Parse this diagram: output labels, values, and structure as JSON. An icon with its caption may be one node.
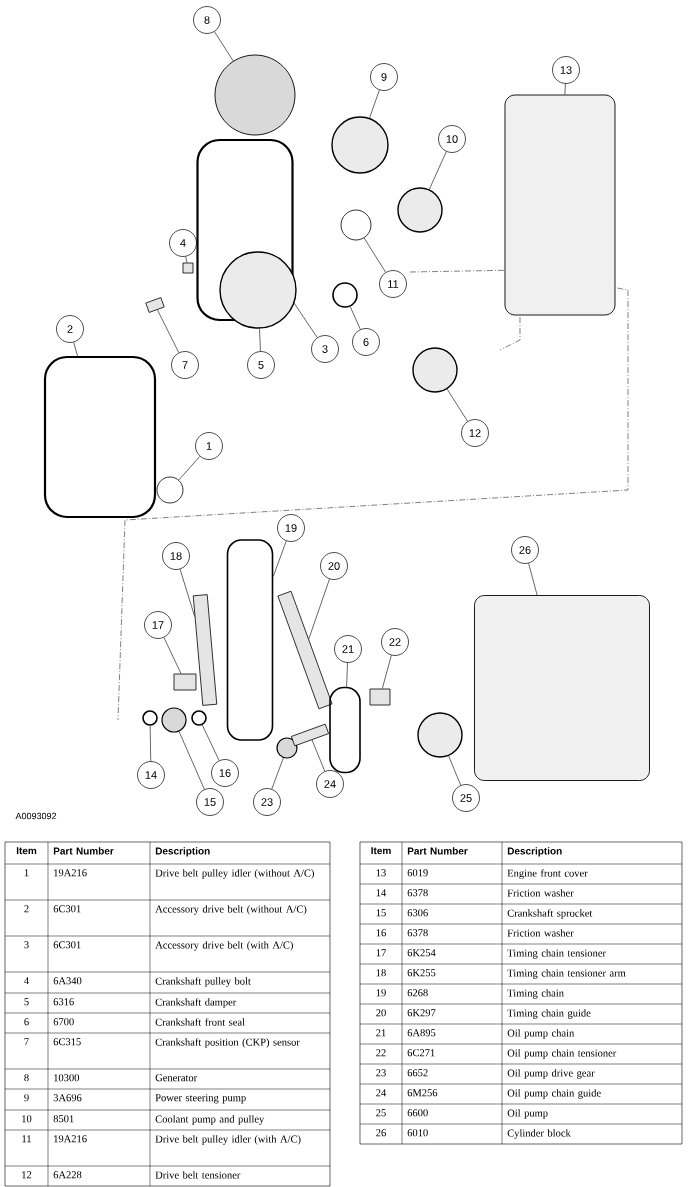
{
  "diagram": {
    "nodes": [
      {
        "text": [
          "1"
        ]
      },
      {
        "text": [
          "2"
        ]
      },
      {
        "text": [
          "3"
        ]
      },
      {
        "text": [
          "4"
        ]
      },
      {
        "text": [
          "5"
        ]
      },
      {
        "text": [
          "6"
        ]
      },
      {
        "text": [
          "7"
        ]
      },
      {
        "text": [
          "8"
        ]
      },
      {
        "text": [
          "9"
        ]
      },
      {
        "text": [
          "10"
        ]
      },
      {
        "text": [
          "11"
        ]
      },
      {
        "text": [
          "12"
        ]
      },
      {
        "text": [
          "13"
        ]
      },
      {
        "text": [
          "14"
        ]
      },
      {
        "text": [
          "15"
        ]
      },
      {
        "text": [
          "16"
        ]
      },
      {
        "text": [
          "17"
        ]
      },
      {
        "text": [
          "18"
        ]
      },
      {
        "text": [
          "19"
        ]
      },
      {
        "text": [
          "20"
        ]
      },
      {
        "text": [
          "21"
        ]
      },
      {
        "text": [
          "22"
        ]
      },
      {
        "text": [
          "23"
        ]
      },
      {
        "text": [
          "24"
        ]
      },
      {
        "text": [
          "25"
        ]
      },
      {
        "text": [
          "26"
        ]
      },
      {
        "text": [],
        "shape": "circle"
      },
      {
        "text": [],
        "shape": "box"
      },
      {
        "text": [],
        "shape": "box"
      },
      {
        "text": [],
        "shape": "box"
      },
      {
        "text": [],
        "shape": "circle"
      },
      {
        "text": [],
        "shape": "circle"
      },
      {
        "text": [],
        "shape": "box"
      },
      {
        "text": [],
        "shape": "circle"
      },
      {
        "text": [],
        "shape": "circle"
      },
      {
        "text": [],
        "shape": "circle"
      },
      {
        "text": [],
        "shape": "circle"
      },
      {
        "text": [],
        "shape": "circle"
      },
      {
        "text": [],
        "shape": "box"
      },
      {
        "text": [],
        "shape": "circle"
      },
      {
        "text": [],
        "shape": "circle"
      },
      {
        "text": [],
        "shape": "circle"
      },
      {
        "text": [],
        "shape": "box"
      },
      {
        "text": [],
        "shape": "box"
      },
      {
        "text": [],
        "shape": "box"
      },
      {
        "text": [],
        "shape": "box"
      },
      {
        "text": [],
        "shape": "box"
      },
      {
        "text": [],
        "shape": "box"
      },
      {
        "text": [],
        "shape": "circle"
      },
      {
        "text": [],
        "shape": "box"
      },
      {
        "text": [],
        "shape": "circle"
      },
      {
        "text": [],
        "shape": "box"
      }
    ],
    "edges": [
      {
        "from": 0,
        "to": 26,
        "arrow": "none"
      },
      {
        "from": 1,
        "to": 27,
        "arrow": "none"
      },
      {
        "from": 2,
        "to": 28,
        "arrow": "none"
      },
      {
        "from": 3,
        "to": 29,
        "arrow": "none"
      },
      {
        "from": 4,
        "to": 30,
        "arrow": "none"
      },
      {
        "from": 5,
        "to": 31,
        "arrow": "none"
      },
      {
        "from": 6,
        "to": 32,
        "arrow": "none"
      },
      {
        "from": 7,
        "to": 33,
        "arrow": "none"
      },
      {
        "from": 8,
        "to": 34,
        "arrow": "none"
      },
      {
        "from": 9,
        "to": 35,
        "arrow": "none"
      },
      {
        "from": 10,
        "to": 36,
        "arrow": "none"
      },
      {
        "from": 11,
        "to": 37,
        "arrow": "none"
      },
      {
        "from": 12,
        "to": 38,
        "arrow": "none"
      },
      {
        "from": 13,
        "to": 39,
        "arrow": "none"
      },
      {
        "from": 14,
        "to": 40,
        "arrow": "none"
      },
      {
        "from": 15,
        "to": 41,
        "arrow": "none"
      },
      {
        "from": 16,
        "to": 42,
        "arrow": "none"
      },
      {
        "from": 17,
        "to": 43,
        "arrow": "none"
      },
      {
        "from": 18,
        "to": 44,
        "arrow": "none"
      },
      {
        "from": 19,
        "to": 45,
        "arrow": "none"
      },
      {
        "from": 20,
        "to": 46,
        "arrow": "none"
      },
      {
        "from": 21,
        "to": 47,
        "arrow": "none"
      },
      {
        "from": 22,
        "to": 48,
        "arrow": "none"
      },
      {
        "from": 23,
        "to": 49,
        "arrow": "none"
      },
      {
        "from": 24,
        "to": 50,
        "arrow": "none"
      },
      {
        "from": 25,
        "to": 51,
        "arrow": "none"
      }
    ],
    "labels": [
      "A0093092",
      "Item",
      "Part Number",
      "Description",
      "1",
      "19A216",
      "Drive belt pulley idler (without A/C)",
      "2",
      "6C301",
      "Accessory drive belt (without A/C)",
      "3",
      "6C301",
      "Accessory drive belt (with A/C)",
      "4",
      "6A340",
      "Crankshaft pulley bolt",
      "5",
      "6316",
      "Crankshaft damper",
      "6",
      "6700",
      "Crankshaft front seal",
      "7",
      "6C315",
      "Crankshaft position (CKP) sensor",
      "8",
      "10300",
      "Generator",
      "9",
      "3A696",
      "Power steering pump",
      "10",
      "8501",
      "Coolant pump and pulley",
      "11",
      "19A216",
      "Drive belt pulley idler (with A/C)",
      "12",
      "6A228",
      "Drive belt tensioner",
      "Item",
      "Part Number",
      "Description",
      "13",
      "6019",
      "Engine front cover",
      "14",
      "6378",
      "Friction washer",
      "15",
      "6306",
      "Crankshaft sprocket",
      "16",
      "6378",
      "Friction washer",
      "17",
      "6K254",
      "Timing chain tensioner",
      "18",
      "6K255",
      "Timing chain tensioner arm",
      "19",
      "6268",
      "Timing chain",
      "20",
      "6K297",
      "Timing chain guide",
      "21",
      "6A895",
      "Oil pump chain",
      "22",
      "6C271",
      "Oil pump chain tensioner",
      "23",
      "6652",
      "Oil pump drive gear",
      "24",
      "6M256",
      "Oil pump chain guide",
      "25",
      "6600",
      "Oil pump",
      "26",
      "6010",
      "Cylinder block"
    ]
  }
}
